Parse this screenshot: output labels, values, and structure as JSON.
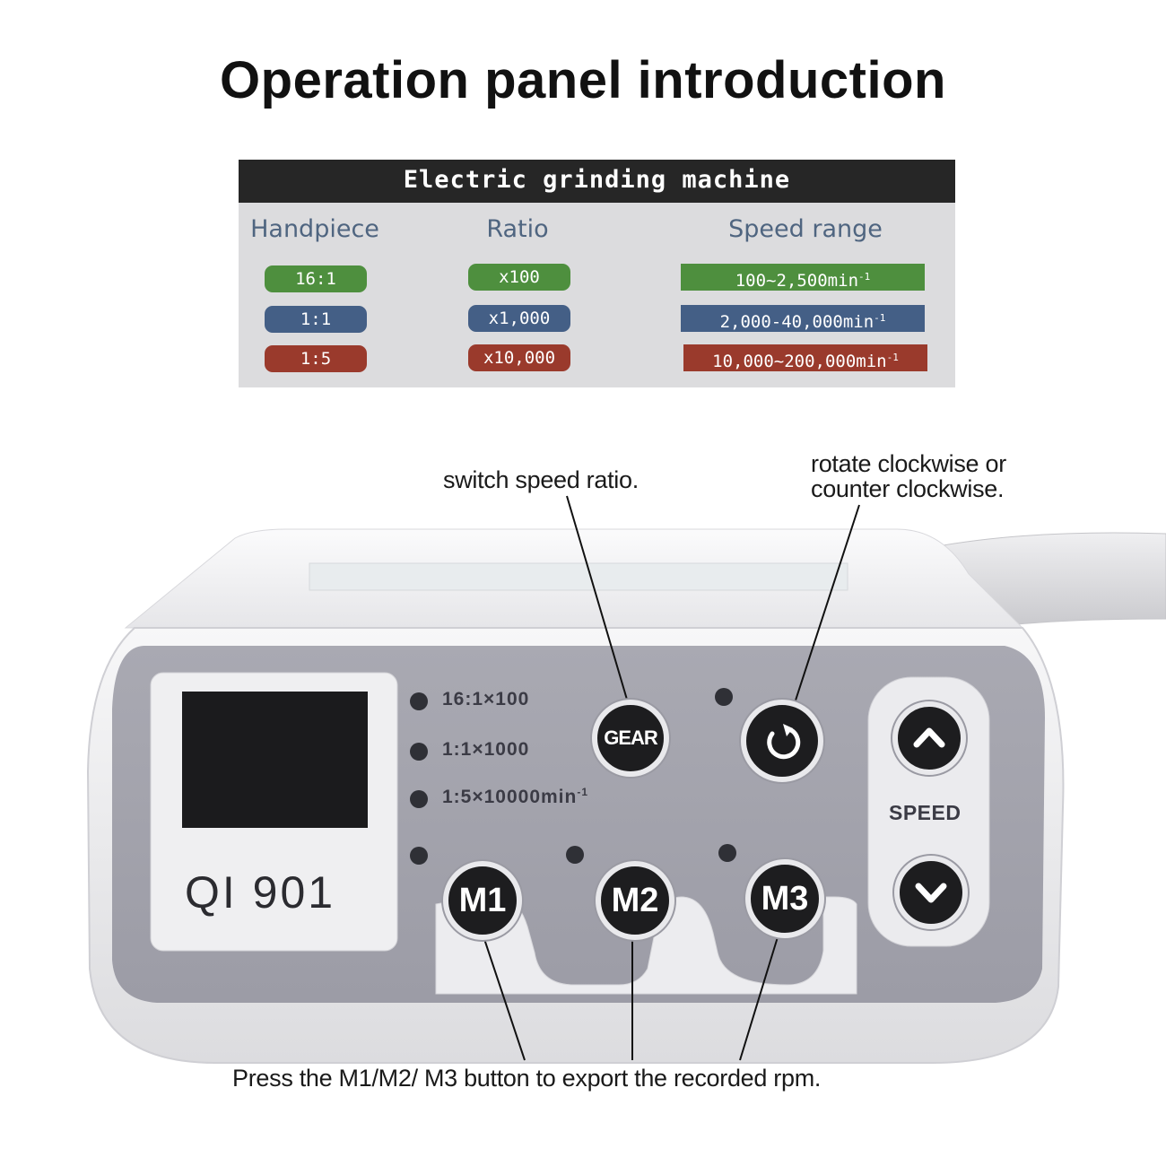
{
  "title": "Operation panel introduction",
  "spec_table": {
    "header": "Electric grinding machine",
    "columns": [
      "Handpiece",
      "Ratio",
      "Speed range"
    ],
    "rows": [
      {
        "handpiece": "16:1",
        "ratio": "x100",
        "speed": "100~2,500min",
        "color": "#4e8f3e"
      },
      {
        "handpiece": "1:1",
        "ratio": "x1,000",
        "speed": "2,000-40,000min",
        "color": "#445f86"
      },
      {
        "handpiece": "1:5",
        "ratio": "x10,000",
        "speed": "10,000~200,000min",
        "color": "#9a3a2c"
      }
    ],
    "speed_unit_superscript": "-1"
  },
  "callouts": {
    "gear": "switch speed ratio.",
    "knob_line1": "rotate clockwise or",
    "knob_line2": "counter clockwise.",
    "memory": "Press the M1/M2/ M3 button to export the recorded rpm."
  },
  "device": {
    "model": "QI 901",
    "ratio_labels": [
      "16:1×100",
      "1:1×1000",
      "1:5×10000min"
    ],
    "ratio_label_superscript": "-1",
    "gear_button": "GEAR",
    "memory_buttons": [
      "M1",
      "M2",
      "M3"
    ],
    "speed_label": "SPEED"
  }
}
